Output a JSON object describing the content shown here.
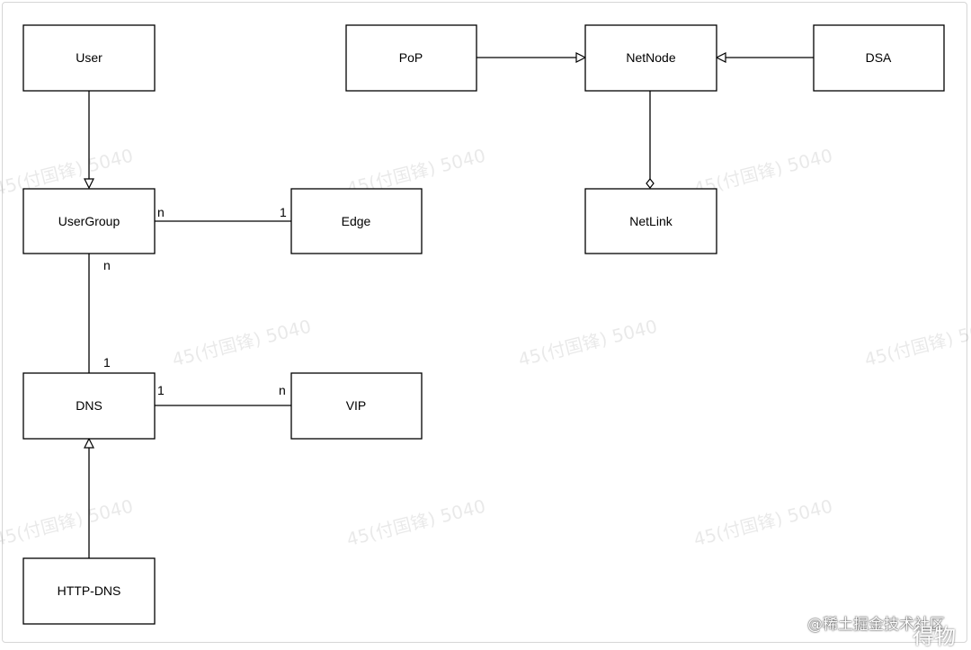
{
  "watermark_text": "45(付国锋) 5040",
  "nodes": {
    "user": "User",
    "pop": "PoP",
    "netnode": "NetNode",
    "dsa": "DSA",
    "usergroup": "UserGroup",
    "edge": "Edge",
    "netlink": "NetLink",
    "dns": "DNS",
    "vip": "VIP",
    "httpdns": "HTTP-DNS"
  },
  "multiplicities": {
    "usergroup_edge_left": "n",
    "usergroup_edge_right": "1",
    "usergroup_dns_top": "n",
    "usergroup_dns_bottom": "1",
    "dns_vip_left": "1",
    "dns_vip_right": "n"
  },
  "credit": {
    "line1": "@稀土掘金技术社区",
    "line2": "得物"
  }
}
